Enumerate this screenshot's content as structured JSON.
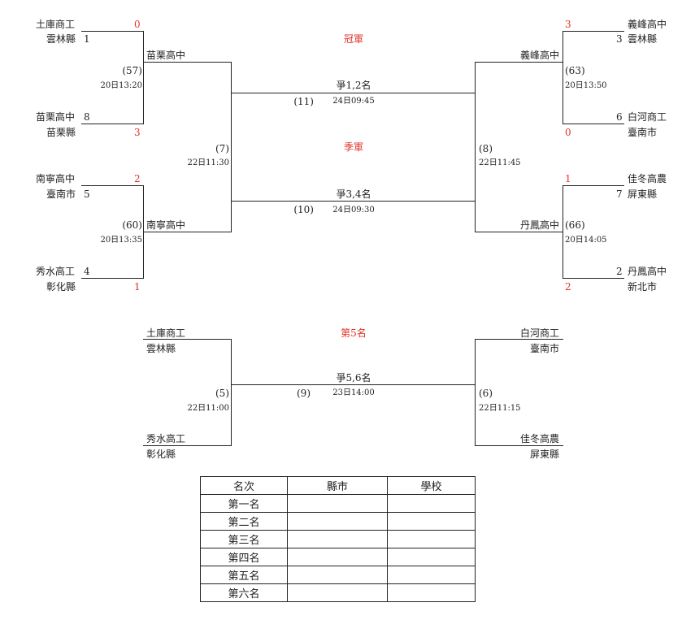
{
  "titles": {
    "champion": "冠軍",
    "third": "季軍",
    "fifth": "第5名"
  },
  "left_top": {
    "t1_name": "土庫商工",
    "t1_county": "雲林縣",
    "t1_seed": "1",
    "t1_score": "0",
    "t2_name": "苗栗高中",
    "t2_county": "苗栗縣",
    "t2_seed": "8",
    "t2_score": "3",
    "match": "(57)",
    "time": "20日13:20",
    "winner": "苗栗高中"
  },
  "left_bottom": {
    "t1_name": "南寧高中",
    "t1_county": "臺南市",
    "t1_seed": "5",
    "t1_score": "2",
    "t2_name": "秀水高工",
    "t2_county": "彰化縣",
    "t2_seed": "4",
    "t2_score": "1",
    "match": "(60)",
    "time": "20日13:35",
    "winner": "南寧高中"
  },
  "left_semi": {
    "match": "(7)",
    "time": "22日11:30"
  },
  "right_top": {
    "t1_name": "義峰高中",
    "t1_county": "雲林縣",
    "t1_seed": "3",
    "t1_score": "3",
    "t2_name": "白河商工",
    "t2_county": "臺南市",
    "t2_seed": "6",
    "t2_score": "0",
    "match": "(63)",
    "time": "20日13:50",
    "winner": "義峰高中"
  },
  "right_bottom": {
    "t1_name": "佳冬高農",
    "t1_county": "屏東縣",
    "t1_seed": "7",
    "t1_score": "1",
    "t2_name": "丹鳳高中",
    "t2_county": "新北市",
    "t2_seed": "2",
    "t2_score": "2",
    "match": "(66)",
    "time": "20日14:05",
    "winner": "丹鳳高中"
  },
  "right_semi": {
    "match": "(8)",
    "time": "22日11:45"
  },
  "final": {
    "label": "爭1,2名",
    "time": "24日09:45",
    "match": "(11)"
  },
  "third_match": {
    "label": "爭3,4名",
    "time": "24日09:30",
    "match": "(10)"
  },
  "fifth_section": {
    "l1_name": "土庫商工",
    "l1_county": "雲林縣",
    "l2_name": "秀水高工",
    "l2_county": "彰化縣",
    "l_match": "(5)",
    "l_time": "22日11:00",
    "r1_name": "白河商工",
    "r1_county": "臺南市",
    "r2_name": "佳冬高農",
    "r2_county": "屏東縣",
    "r_match": "(6)",
    "r_time": "22日11:15",
    "label": "爭5,6名",
    "time": "23日14:00",
    "match": "(9)"
  },
  "results_table": {
    "headers": [
      "名次",
      "縣市",
      "學校"
    ],
    "rows": [
      "第一名",
      "第二名",
      "第三名",
      "第四名",
      "第五名",
      "第六名"
    ]
  }
}
